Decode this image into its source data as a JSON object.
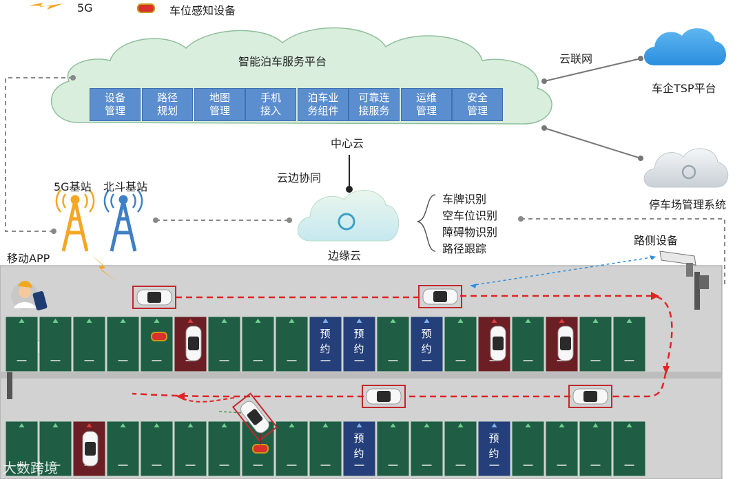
{
  "legend": {
    "fiveg_label": "5G",
    "sensor_label": "车位感知设备",
    "fiveg_icon": "lightning-icon",
    "sensor_icon": "parking-sensor-icon"
  },
  "platform": {
    "title": "智能泊车服务平台",
    "modules": [
      "设备\n管理",
      "路径\n规划",
      "地图\n管理",
      "手机\n接入",
      "泊车业\n务组件",
      "可靠连\n接服务",
      "运维\n管理",
      "安全\n管理"
    ]
  },
  "cloud_link_label": "云联网",
  "tsp": {
    "label": "车企TSP平台"
  },
  "parking_mgmt": {
    "label": "停车场管理系统"
  },
  "center_cloud": "中心云",
  "edge_coop": "云边协同",
  "edge_cloud": "边缘云",
  "stations": {
    "fiveg": "5G基站",
    "beidou": "北斗基站"
  },
  "functions": [
    "车牌识别",
    "空车位识别",
    "障碍物识别",
    "路径跟踪"
  ],
  "roadside": "路侧设备",
  "mobile_app": "移动APP",
  "reserved_text": "预\n约",
  "watermark": "大数跨境",
  "colors": {
    "cloud_fill": "#d9eedd",
    "module_blue": "#5b8ecf",
    "slot_green": "#1f5e44",
    "slot_red": "#6b1f25",
    "slot_blue": "#243f7a",
    "path_red": "#e02424",
    "tower_orange": "#f5a623",
    "tower_blue": "#3e7fc6",
    "sky_blue": "#2b8ee0"
  }
}
